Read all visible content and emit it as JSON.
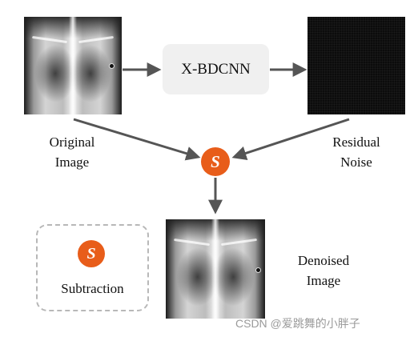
{
  "nodes": {
    "original_image": {
      "label_line1": "Original",
      "label_line2": "Image"
    },
    "model_block": {
      "label": "X-BDCNN"
    },
    "residual_noise": {
      "label_line1": "Residual",
      "label_line2": "Noise"
    },
    "operator": {
      "symbol": "S"
    },
    "denoised_image": {
      "label_line1": "Denoised",
      "label_line2": "Image"
    }
  },
  "legend": {
    "symbol": "S",
    "label": "Subtraction"
  },
  "watermark": "CSDN @爱跳舞的小胖子",
  "colors": {
    "operator_fill": "#e85d1a",
    "block_fill": "#f0f0f0",
    "arrow": "#555555",
    "legend_border": "#b8b8b8"
  }
}
